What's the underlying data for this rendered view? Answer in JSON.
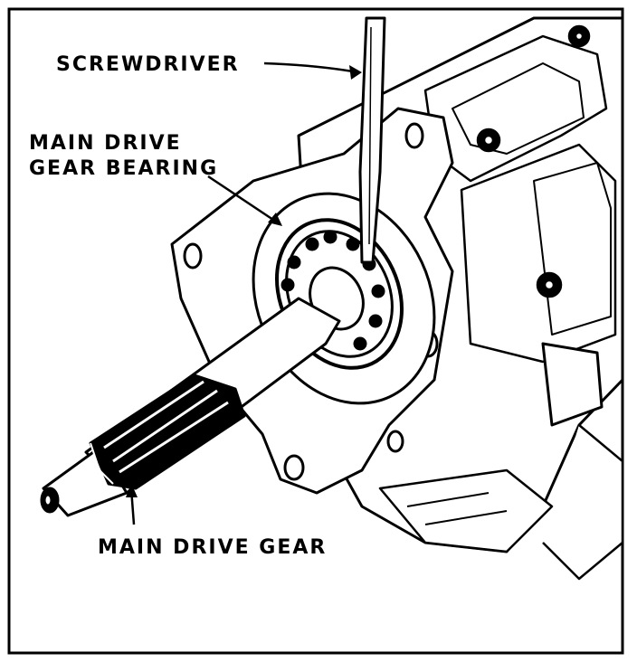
{
  "figure": {
    "labels": {
      "screwdriver": "SCREWDRIVER",
      "bearing_line1": "MAIN DRIVE",
      "bearing_line2": "GEAR BEARING",
      "gear": "MAIN DRIVE GEAR"
    }
  }
}
